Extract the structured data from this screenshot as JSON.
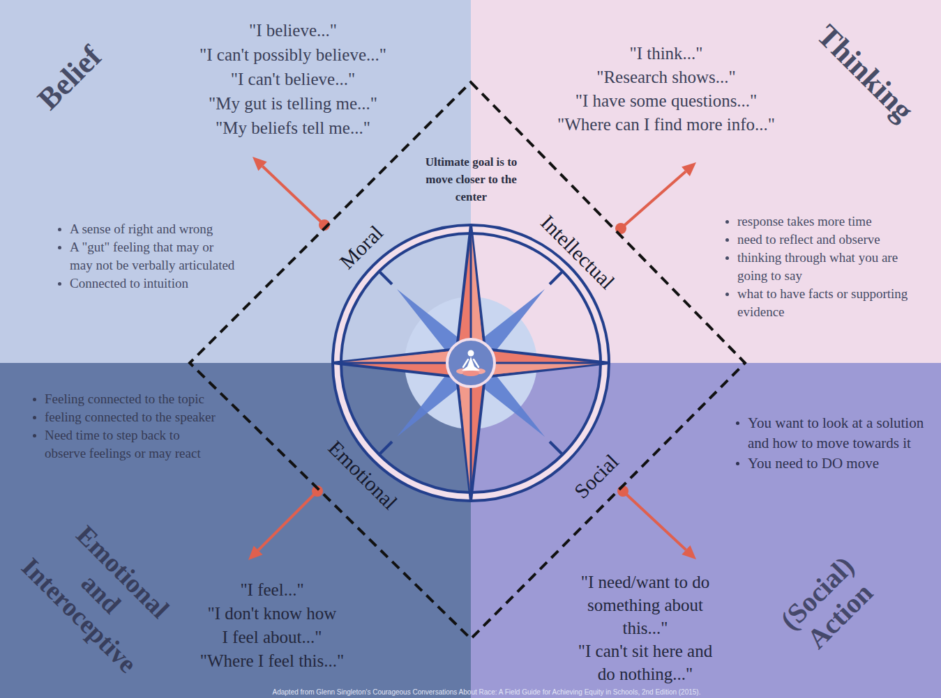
{
  "diagram": {
    "caption": "Adapted from Glenn Singleton's Courageous Conversations About Race: A Field Guide for Achieving Equity in Schools, 2nd Edition (2015).",
    "nodes": [
      {
        "text": [
          "Belief",
          "\"I believe...\"",
          "\"I can't possibly believe...\"",
          "\"I can't believe...\"",
          "\"My gut is telling me...\"",
          "\"My beliefs tell me...\"",
          "A sense of right and wrong",
          "A \"gut\" feeling that may or may not be verbally articulated",
          "Connected to intuition"
        ]
      },
      {
        "text": [
          "Thinking",
          "\"I think...\"",
          "\"Research shows...\"",
          "\"I have some questions...\"",
          "\"Where can I find more info...\"",
          "response takes more time",
          "need to reflect and observe",
          "thinking through what you are going to say",
          "what to have facts or supporting evidence"
        ]
      },
      {
        "text": [
          "Emotional and Interoceptive",
          "Feeling connected to the topic",
          "feeling connected to the speaker",
          "Need time to step back to observe feelings or may react",
          "\"I feel...\"",
          "\"I don't know how I feel about...\"",
          "\"Where I feel this...\""
        ]
      },
      {
        "text": [
          "(Social) Action",
          "You want to look at a solution and how to move towards it",
          "You need to DO move",
          "\"I need/want to do something about this...\"",
          "\"I can't sit here and do nothing...\""
        ]
      },
      {
        "text": [
          "Ultimate goal is to move closer to the center",
          "Moral",
          "Intellectual",
          "Emotional",
          "Social"
        ]
      }
    ]
  }
}
